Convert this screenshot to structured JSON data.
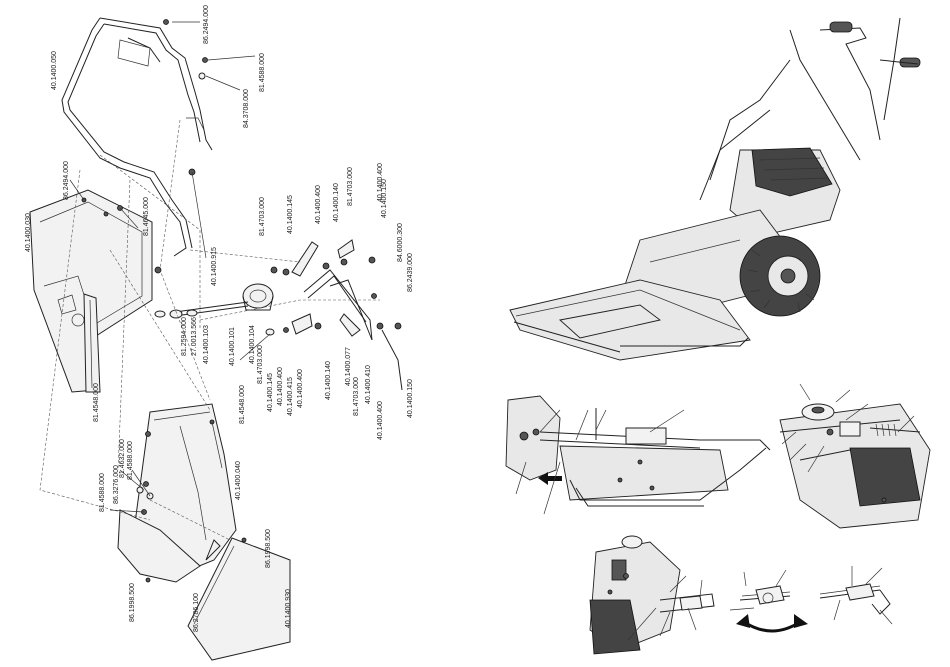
{
  "part_labels": [
    {
      "id": "p01",
      "text": "86.2494.000"
    },
    {
      "id": "p02",
      "text": "81.4588.000"
    },
    {
      "id": "p03",
      "text": "84.3708.000"
    },
    {
      "id": "p04",
      "text": "40.1400.050"
    },
    {
      "id": "p05",
      "text": "86.2494.000"
    },
    {
      "id": "p06",
      "text": "81.4645.000"
    },
    {
      "id": "p07",
      "text": "40.1400.030"
    },
    {
      "id": "p08",
      "text": "40.1400.915"
    },
    {
      "id": "p09",
      "text": "81.4703.000"
    },
    {
      "id": "p10",
      "text": "40.1400.145"
    },
    {
      "id": "p11",
      "text": "40.1400.400"
    },
    {
      "id": "p12",
      "text": "40.1400.140"
    },
    {
      "id": "p13",
      "text": "81.4703.000"
    },
    {
      "id": "p14",
      "text": "40.1400.400"
    },
    {
      "id": "p15",
      "text": "40.1400.150"
    },
    {
      "id": "p16",
      "text": "84.6000.300"
    },
    {
      "id": "p17",
      "text": "86.2439.000"
    },
    {
      "id": "p18",
      "text": "81.2594.000"
    },
    {
      "id": "p19",
      "text": "27.0013.566"
    },
    {
      "id": "p20",
      "text": "40.1400.103"
    },
    {
      "id": "p21",
      "text": "40.1400.101"
    },
    {
      "id": "p22",
      "text": "40.1400.104"
    },
    {
      "id": "p23",
      "text": "81.4703.000"
    },
    {
      "id": "p24",
      "text": "40.1400.145"
    },
    {
      "id": "p25",
      "text": "40.1400.400"
    },
    {
      "id": "p26",
      "text": "40.1400.415"
    },
    {
      "id": "p27",
      "text": "40.1400.400"
    },
    {
      "id": "p28",
      "text": "40.1400.140"
    },
    {
      "id": "p29",
      "text": "40.1400.077"
    },
    {
      "id": "p30",
      "text": "81.4703.000"
    },
    {
      "id": "p31",
      "text": "40.1400.410"
    },
    {
      "id": "p32",
      "text": "40.1400.400"
    },
    {
      "id": "p33",
      "text": "40.1400.150"
    },
    {
      "id": "p34",
      "text": "81.4548.000"
    },
    {
      "id": "p35",
      "text": "81.4588.000"
    },
    {
      "id": "p36",
      "text": "81.4548.000"
    },
    {
      "id": "p37",
      "text": "81.4632.000"
    },
    {
      "id": "p38",
      "text": "86.3276.000"
    },
    {
      "id": "p39",
      "text": "81.4588.000"
    },
    {
      "id": "p40",
      "text": "40.1400.040"
    },
    {
      "id": "p41",
      "text": "86.1998.500"
    },
    {
      "id": "p42",
      "text": "86.2786.100"
    },
    {
      "id": "p43",
      "text": "40.1400.930"
    },
    {
      "id": "p44",
      "text": "86.1998.500"
    }
  ],
  "colors": {
    "ink": "#222222",
    "paper": "#ffffff",
    "shade": "#e8e8e8",
    "tyre": "#444444"
  },
  "icons": {
    "arrow_left": "arrow-left-icon",
    "double_arrow": "curved-double-arrow-icon"
  }
}
